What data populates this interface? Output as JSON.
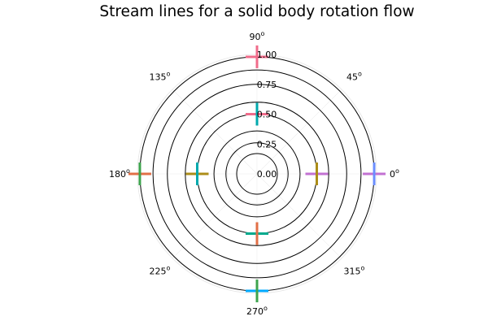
{
  "chart_data": {
    "type": "polar",
    "title": "Stream lines for a solid body rotation flow",
    "angular_ticks": [
      {
        "deg": 0,
        "label": "0",
        "sup": "o"
      },
      {
        "deg": 45,
        "label": "45",
        "sup": "o"
      },
      {
        "deg": 90,
        "label": "90",
        "sup": "o"
      },
      {
        "deg": 135,
        "label": "135",
        "sup": "o"
      },
      {
        "deg": 180,
        "label": "180",
        "sup": "o"
      },
      {
        "deg": 225,
        "label": "225",
        "sup": "o"
      },
      {
        "deg": 270,
        "label": "270",
        "sup": "o"
      },
      {
        "deg": 315,
        "label": "315",
        "sup": "o"
      }
    ],
    "radial_ticks": [
      {
        "r": 0.0,
        "label": "0.00"
      },
      {
        "r": 0.25,
        "label": "0.25"
      },
      {
        "r": 0.5,
        "label": "0.50"
      },
      {
        "r": 0.75,
        "label": "0.75"
      },
      {
        "r": 1.0,
        "label": "1.00"
      }
    ],
    "rlim": [
      0,
      1.0
    ],
    "radial_label_angle_deg": 90,
    "grid": true,
    "stream_circles": [
      0.17,
      0.26,
      0.36,
      0.5,
      0.6,
      0.75,
      0.87,
      0.98
    ],
    "markers": [
      {
        "angle_deg": 0,
        "r": 0.5,
        "h_color": "#c271d2",
        "v_color": "#ac8d18"
      },
      {
        "angle_deg": 0,
        "r": 0.98,
        "h_color": "#c271d2",
        "v_color": "#6b8eff"
      },
      {
        "angle_deg": 90,
        "r": 0.5,
        "h_color": "#f06c8b",
        "v_color": "#00a9ad"
      },
      {
        "angle_deg": 90,
        "r": 0.98,
        "h_color": "#f06c8b",
        "v_color": "#f06c8b"
      },
      {
        "angle_deg": 180,
        "r": 0.5,
        "h_color": "#ac8d18",
        "v_color": "#00a9ad"
      },
      {
        "angle_deg": 180,
        "r": 0.98,
        "h_color": "#e26f46",
        "v_color": "#3da44d"
      },
      {
        "angle_deg": 270,
        "r": 0.5,
        "h_color": "#00a98d",
        "v_color": "#e26f46"
      },
      {
        "angle_deg": 270,
        "r": 0.98,
        "h_color": "#00a9ff",
        "v_color": "#3da44d"
      }
    ]
  }
}
